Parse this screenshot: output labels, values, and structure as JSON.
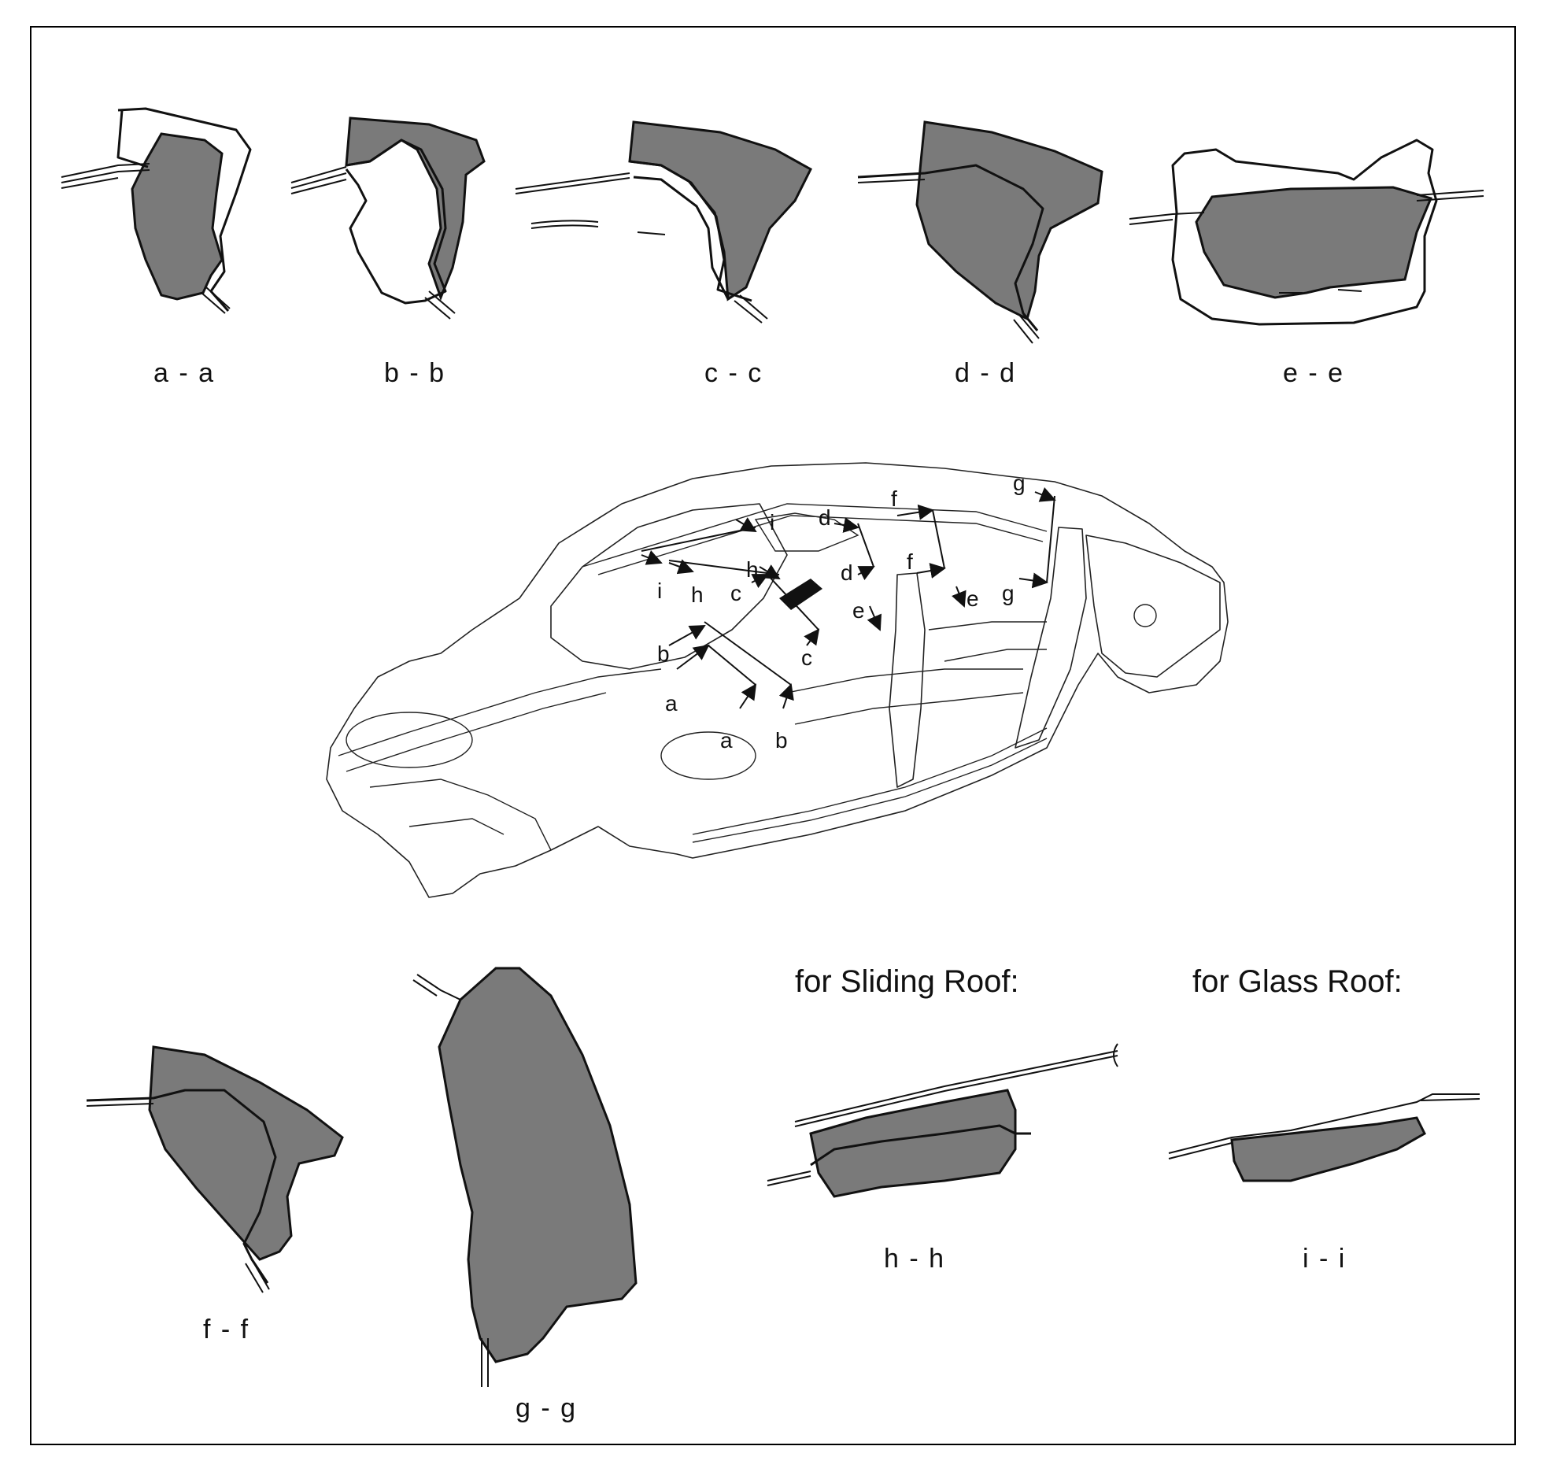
{
  "section_labels": {
    "aa": "a - a",
    "bb": "b - b",
    "cc": "c - c",
    "dd": "d - d",
    "ee": "e - e",
    "ff": "f - f",
    "gg": "g - g",
    "hh": "h - h",
    "ii": "i - i"
  },
  "captions": {
    "sliding_roof": "for Sliding Roof:",
    "glass_roof": "for Glass Roof:"
  },
  "callouts": {
    "a": "a",
    "b": "b",
    "c": "c",
    "d": "d",
    "e": "e",
    "f": "f",
    "g": "g",
    "h": "h",
    "i": "i"
  },
  "colors": {
    "foam_fill": "#7a7a7a",
    "line": "#111111"
  }
}
